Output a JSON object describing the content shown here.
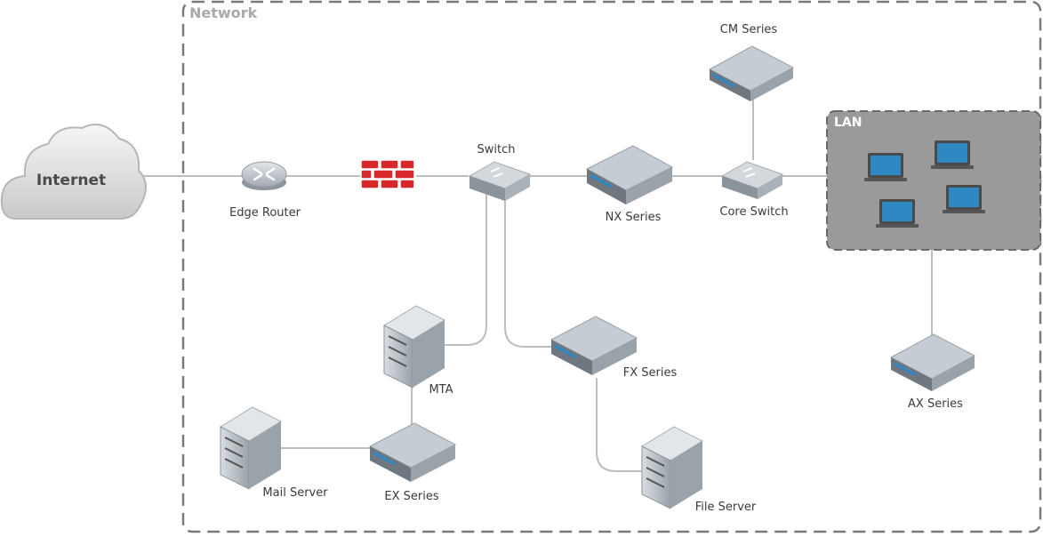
{
  "diagram": {
    "network_label": "Network",
    "lan_label": "LAN",
    "nodes": {
      "internet": "Internet",
      "edge_router": "Edge Router",
      "switch": "Switch",
      "nx_series": "NX Series",
      "cm_series": "CM Series",
      "core_switch": "Core Switch",
      "mta": "MTA",
      "fx_series": "FX Series",
      "ex_series": "EX Series",
      "mail_server": "Mail Server",
      "file_server": "File Server",
      "ax_series": "AX Series"
    },
    "colors": {
      "network_border": "#7a7a7a",
      "lan_fill": "#9a9a9a",
      "firewall": "#d8282b",
      "link": "#bdbdbd",
      "appliance_top": "#c5ccd3",
      "appliance_front": "#6f7780",
      "screen": "#2f88c4"
    }
  }
}
